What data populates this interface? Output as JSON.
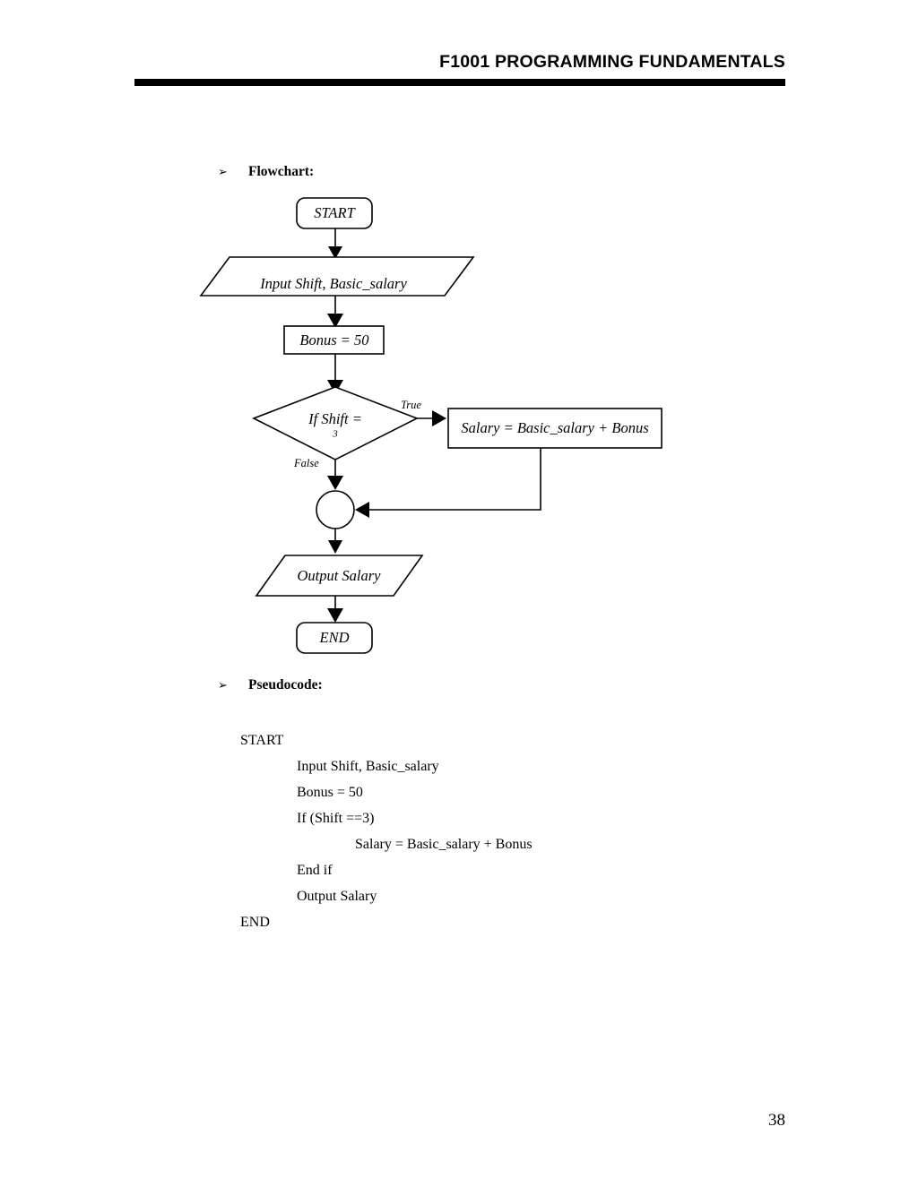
{
  "document": {
    "header_title": "F1001 PROGRAMMING FUNDAMENTALS",
    "page_number": "38",
    "bullet_glyph": "➢"
  },
  "sections": {
    "flowchart_heading": "Flowchart:",
    "pseudocode_heading": "Pseudocode:"
  },
  "flowchart": {
    "nodes": {
      "start": "START",
      "input": "Input Shift, Basic_salary",
      "bonus": "Bonus = 50",
      "decision_line1": "If Shift =",
      "decision_line2": "3",
      "process": "Salary = Basic_salary + Bonus",
      "output": "Output Salary",
      "end": "END"
    },
    "edge_labels": {
      "true": "True",
      "false": "False"
    }
  },
  "pseudocode": {
    "lines": [
      {
        "text": "START",
        "indent": 0
      },
      {
        "text": "Input Shift, Basic_salary",
        "indent": 1
      },
      {
        "text": "Bonus = 50",
        "indent": 1
      },
      {
        "text": "If (Shift ==3)",
        "indent": 1
      },
      {
        "text": "Salary = Basic_salary + Bonus",
        "indent": 2
      },
      {
        "text": "End if",
        "indent": 1
      },
      {
        "text": "Output Salary",
        "indent": 1
      },
      {
        "text": "END",
        "indent": 0
      }
    ]
  }
}
